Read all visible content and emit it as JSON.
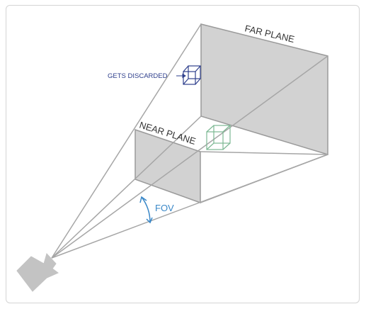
{
  "labels": {
    "far_plane": "FAR PLANE",
    "near_plane": "NEAR PLANE",
    "gets_discarded": "GETS DISCARDED",
    "fov": "FOV"
  },
  "colors": {
    "plane_fill": "#d2d2d2",
    "plane_stroke": "#9a9a9a",
    "ray_stroke": "#a6a6a6",
    "camera_fill": "#c3c3c3",
    "discarded_cube": "#2e3f8c",
    "kept_cube": "#7bb892",
    "fov_color": "#3a88c8",
    "text": "#333333",
    "frame_border": "#d4d4d4"
  },
  "icons": {
    "camera": "camera-icon",
    "discarded_cube": "wireframe-cube-icon",
    "kept_cube": "wireframe-cube-icon"
  }
}
